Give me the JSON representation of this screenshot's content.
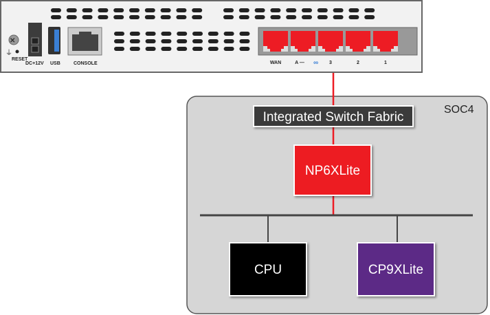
{
  "device": {
    "labels": {
      "reset": "RESET",
      "dc": "DC+12V",
      "usb": "USB",
      "console": "CONSOLE"
    },
    "ports": [
      {
        "label": "WAN"
      },
      {
        "label": "A —"
      },
      {
        "label": "3"
      },
      {
        "label": "2"
      },
      {
        "label": "1"
      }
    ],
    "link_icon": "∞",
    "colors": {
      "port": "#ed1c24",
      "usb": "#3a7fd5"
    }
  },
  "soc": {
    "title": "SOC4",
    "switch_fabric": "Integrated Switch Fabric",
    "np": "NP6XLite",
    "cpu": "CPU",
    "cp": "CP9XLite",
    "colors": {
      "np": "#ed1c24",
      "cpu": "#000000",
      "cp": "#5b2a86",
      "fabric": "#3a3a3a",
      "link": "#ed1c24"
    }
  }
}
